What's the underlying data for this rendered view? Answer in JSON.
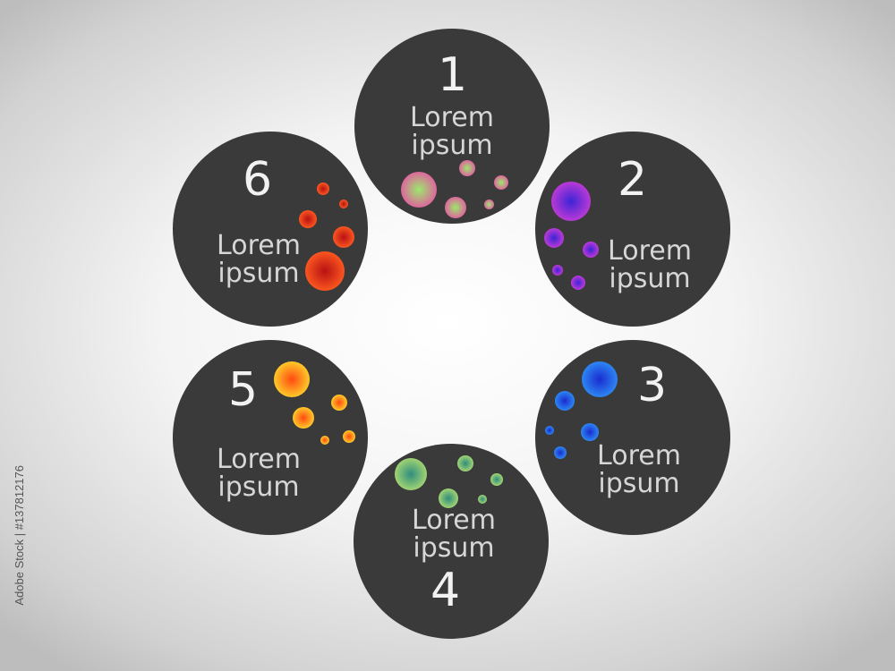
{
  "steps": [
    {
      "number": "1",
      "line1": "Lorem",
      "line2": "ipsum",
      "color": "#e05fa0",
      "accent": "#9ce86b"
    },
    {
      "number": "2",
      "line1": "Lorem",
      "line2": "ipsum",
      "color": "#c23bd6",
      "accent": "#3d24d6"
    },
    {
      "number": "3",
      "line1": "Lorem",
      "line2": "ipsum",
      "color": "#2e8cf5",
      "accent": "#1a2bd0"
    },
    {
      "number": "4",
      "line1": "Lorem",
      "line2": "ipsum",
      "color": "#a8d873",
      "accent": "#2f8d7c"
    },
    {
      "number": "5",
      "line1": "Lorem",
      "line2": "ipsum",
      "color": "#ffd12a",
      "accent": "#ff4a12"
    },
    {
      "number": "6",
      "line1": "Lorem",
      "line2": "ipsum",
      "color": "#ff5a20",
      "accent": "#b71212"
    }
  ],
  "watermark_side": "Adobe Stock | #137812176"
}
